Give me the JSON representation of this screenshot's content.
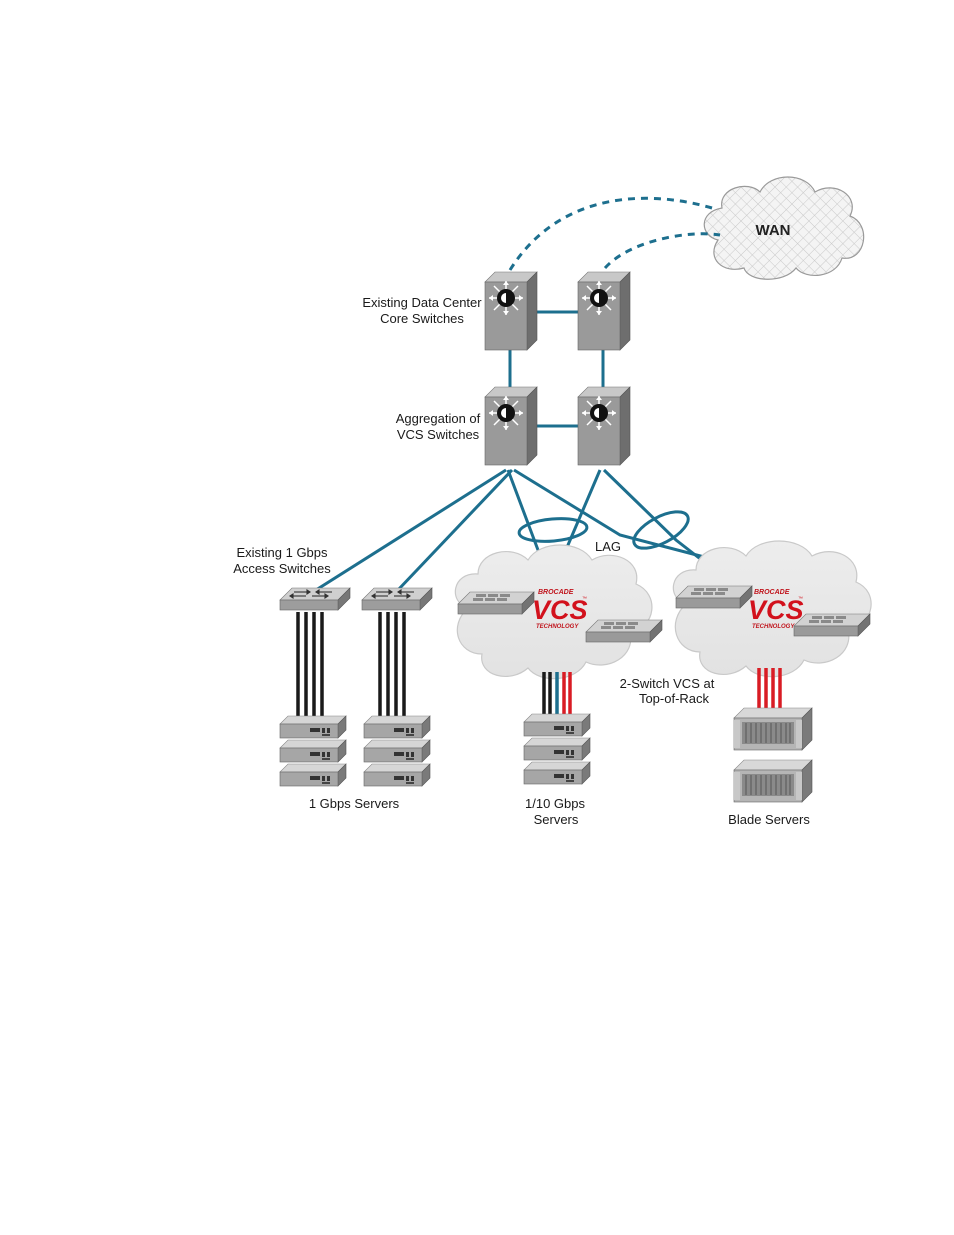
{
  "labels": {
    "wan": "WAN",
    "core_line1": "Existing Data Center",
    "core_line2": "Core Switches",
    "agg_line1": "Aggregation of",
    "agg_line2": "VCS Switches",
    "lag": "LAG",
    "access_line1": "Existing 1 Gbps",
    "access_line2": "Access Switches",
    "tor_line1": "2-Switch VCS at",
    "tor_line2": "Top-of-Rack",
    "gbps1_servers": "1 Gbps Servers",
    "gbps10_line1": "1/10 Gbps",
    "gbps10_line2": "Servers",
    "blade_servers": "Blade Servers"
  },
  "brand": {
    "top": "BROCADE",
    "big": "VCS",
    "tm": "™",
    "bottom": "TECHNOLOGY"
  },
  "colors": {
    "link": "#1d6f8e",
    "vcs_red": "#d2111c",
    "switch_front": "#8c8c8c",
    "switch_side": "#b4b4b4"
  },
  "icons": {
    "core_switch": "router-chassis-icon",
    "access_switch": "access-switch-icon",
    "server": "rack-server-icon",
    "blade": "blade-chassis-icon",
    "cloud": "cloud-icon"
  }
}
